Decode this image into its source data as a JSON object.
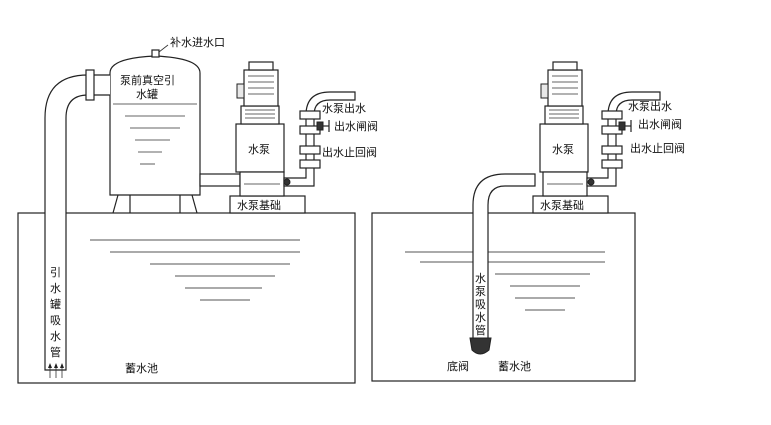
{
  "left_system": {
    "makeup_inlet": "补水进水口",
    "vacuum_tank_line1": "泵前真空引",
    "vacuum_tank_line2": "水罐",
    "pump_outlet": "水泵出水",
    "outlet_gate_valve": "出水闸阀",
    "pump": "水泵",
    "outlet_check_valve": "出水止回阀",
    "pump_base": "水泵基础",
    "suction_pipe_vertical": "引水罐吸水管",
    "reservoir": "蓄水池"
  },
  "right_system": {
    "pump_outlet": "水泵出水",
    "outlet_gate_valve": "出水闸阀",
    "pump": "水泵",
    "outlet_check_valve": "出水止回阀",
    "pump_base": "水泵基础",
    "suction_pipe_vertical": "水泵吸水管",
    "foot_valve": "底阀",
    "reservoir": "蓄水池"
  }
}
